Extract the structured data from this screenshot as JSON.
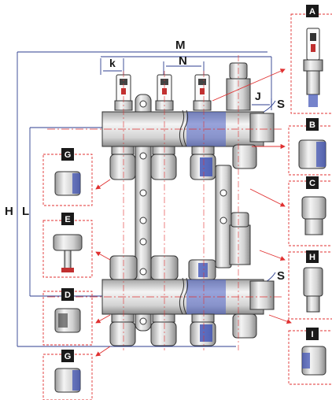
{
  "dimensions": {
    "M": "M",
    "N": "N",
    "k": "k",
    "J": "J",
    "S_top": "S",
    "S_bottom": "S",
    "H": "H",
    "L": "L"
  },
  "details": [
    {
      "id": "A",
      "label": "A",
      "part": "flow-meter"
    },
    {
      "id": "B",
      "label": "B",
      "part": "end-adapter"
    },
    {
      "id": "C",
      "label": "C",
      "part": "euroconus-fitting"
    },
    {
      "id": "H",
      "label": "H",
      "part": "air-vent"
    },
    {
      "id": "I",
      "label": "I",
      "part": "end-cap"
    },
    {
      "id": "G1",
      "label": "G",
      "part": "pipe-fitting"
    },
    {
      "id": "E",
      "label": "E",
      "part": "thermostatic-valve"
    },
    {
      "id": "D",
      "label": "D",
      "part": "ball-valve-adapter"
    },
    {
      "id": "G2",
      "label": "G",
      "part": "pipe-fitting"
    }
  ],
  "colors": {
    "dimension_line": "#2c3e8f",
    "detail_frame": "#e03030",
    "centerline": "#e03030",
    "badge": "#1a1a1a",
    "cutaway": "#3a4fb5",
    "metal": "#e6e6e6"
  }
}
